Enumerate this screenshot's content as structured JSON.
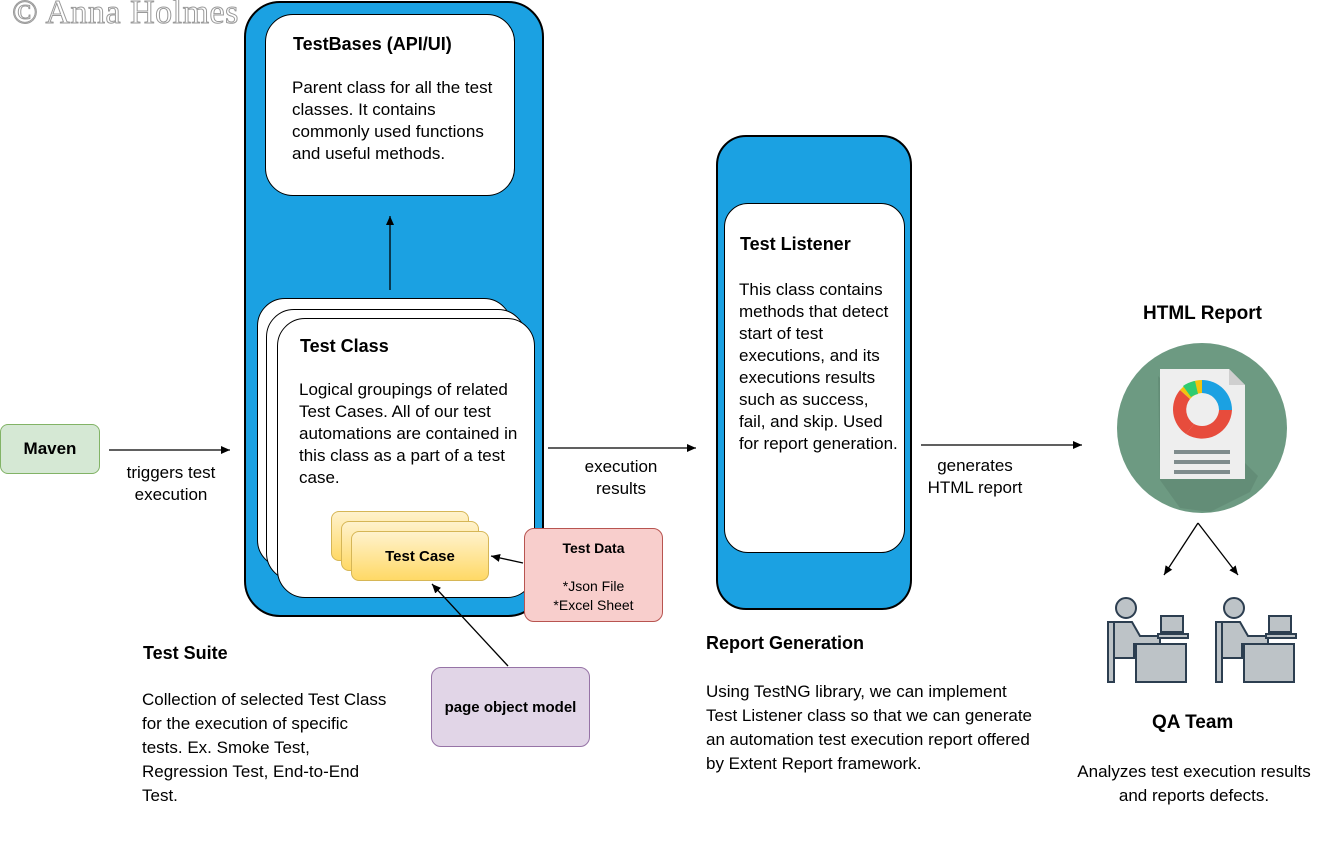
{
  "watermark": "© Anna Holmes",
  "test_bases": {
    "title": "TestBases (API/UI)",
    "description": "Parent class for all the test classes. It contains commonly used functions and useful methods."
  },
  "test_class": {
    "title": "Test Class",
    "description": "Logical groupings of related Test Cases. All of our test automations are contained in this class as a part of a test case."
  },
  "test_case": {
    "label": "Test Case"
  },
  "test_data": {
    "title": "Test Data",
    "items": [
      "*Json File",
      "*Excel Sheet"
    ]
  },
  "page_object_model": {
    "label": "page object model"
  },
  "maven": {
    "label": "Maven"
  },
  "edges": {
    "triggers": "triggers test execution",
    "execution_results": "execution results",
    "generates": "generates HTML report"
  },
  "test_suite": {
    "title": "Test Suite",
    "description": "Collection of selected Test Class for the execution of specific tests. Ex. Smoke Test, Regression Test, End-to-End Test."
  },
  "test_listener": {
    "title": "Test Listener",
    "description": "This class contains methods that detect start of test executions, and its executions results such as success, fail, and skip. Used for report generation."
  },
  "report_generation": {
    "title": "Report Generation",
    "description": "Using TestNG library, we can implement Test Listener class so that we can generate an automation test execution report offered by Extent Report framework."
  },
  "html_report": {
    "title": "HTML Report"
  },
  "qa_team": {
    "title": "QA Team",
    "description": "Analyzes test execution results and reports defects."
  },
  "colors": {
    "panel_blue": "#1ba1e2",
    "maven_green": "#d5e8d4",
    "test_data_red": "#f8cecc",
    "pom_purple": "#e1d5e7",
    "test_case_yellow": "#fff2cc",
    "report_icon_circle": "#6d9a82"
  },
  "icons": [
    "report-document-icon",
    "qa-person-icon"
  ]
}
